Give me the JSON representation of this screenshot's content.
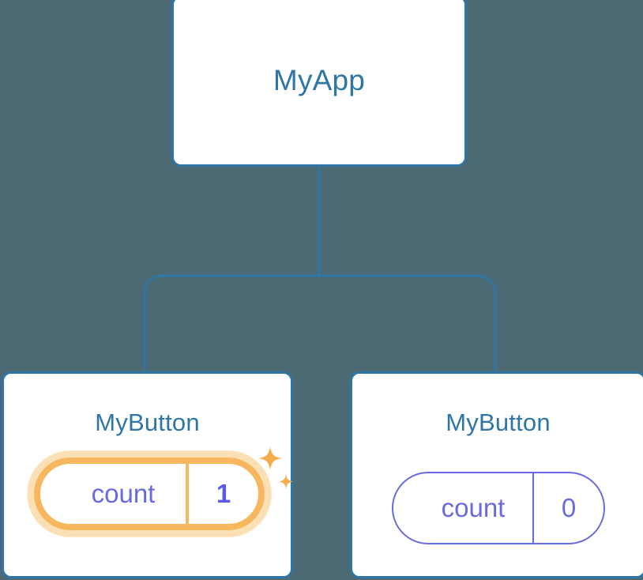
{
  "diagram": {
    "type": "component-tree",
    "background_color": "#4c6a73",
    "connector_color": "#2e76a5",
    "card_border_color": "#2e76a5",
    "card_background": "#ffffff",
    "title_color": "#2e76a5",
    "state_text_color": "#6a6ae0",
    "highlight_color": "#f6b75e",
    "highlight_glow_color": "#fbdfb5"
  },
  "root": {
    "title": "MyApp"
  },
  "children": [
    {
      "title": "MyButton",
      "state": {
        "key": "count",
        "value": "1"
      },
      "highlighted": true,
      "sparkle_icons": [
        "sparkle-large-icon",
        "sparkle-small-icon"
      ]
    },
    {
      "title": "MyButton",
      "state": {
        "key": "count",
        "value": "0"
      },
      "highlighted": false,
      "sparkle_icons": []
    }
  ]
}
